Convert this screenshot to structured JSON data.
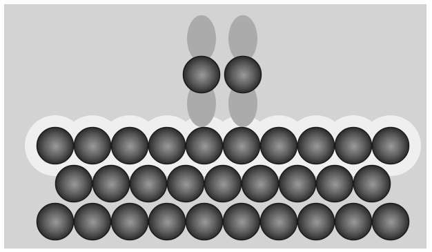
{
  "figure": {
    "background_color": "#d3d3d3",
    "page_color": "#ffffff",
    "atom_highlight": "#9a9a9a",
    "atom_mid": "#5c5c5c",
    "atom_shadow": "#2c2c2c",
    "atom_outline": "#1a1a1a",
    "halo_color": "#efefef",
    "lobe_color": "#ababab"
  },
  "surface": {
    "rows": [
      {
        "atoms": 10,
        "offset": false,
        "halo": true
      },
      {
        "atoms": 9,
        "offset": true,
        "halo": false
      },
      {
        "atoms": 10,
        "offset": false,
        "halo": false
      }
    ]
  },
  "adsorbate": {
    "atoms": 2,
    "orbital_lobes": true
  }
}
